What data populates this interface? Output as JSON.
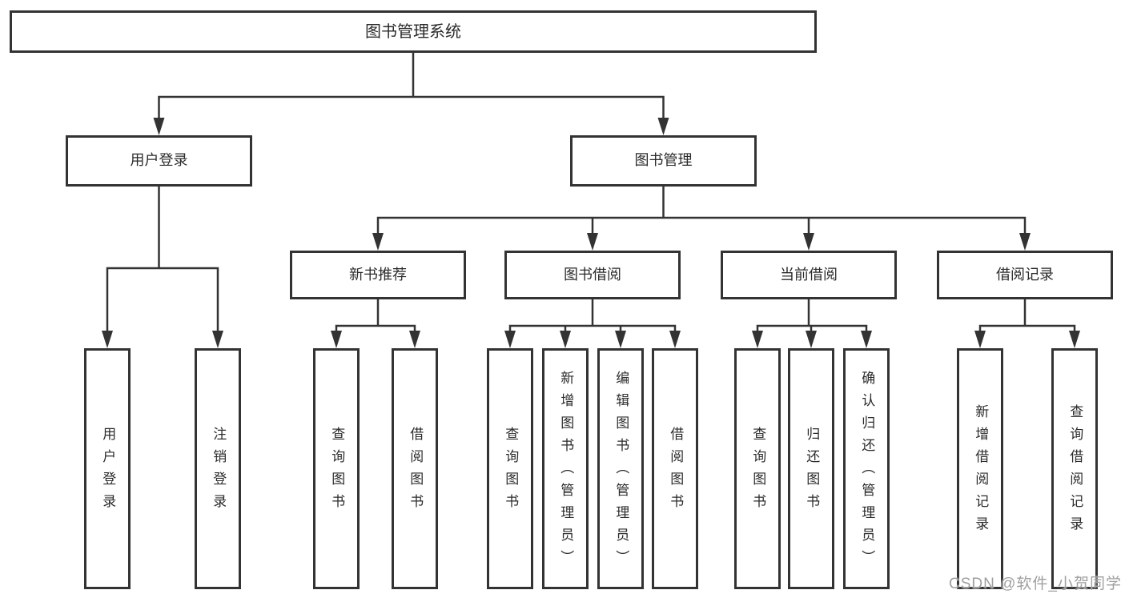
{
  "tree": {
    "root": {
      "label": "图书管理系统",
      "children": [
        {
          "label": "用户登录",
          "children": [
            {
              "label": "用户登录"
            },
            {
              "label": "注销登录"
            }
          ]
        },
        {
          "label": "图书管理",
          "children": [
            {
              "label": "新书推荐",
              "children": [
                {
                  "label": "查询图书"
                },
                {
                  "label": "借阅图书"
                }
              ]
            },
            {
              "label": "图书借阅",
              "children": [
                {
                  "label": "查询图书"
                },
                {
                  "label": "新增图书（管理员）"
                },
                {
                  "label": "编辑图书（管理员）"
                },
                {
                  "label": "借阅图书"
                }
              ]
            },
            {
              "label": "当前借阅",
              "children": [
                {
                  "label": "查询图书"
                },
                {
                  "label": "归还图书"
                },
                {
                  "label": "确认归还（管理员）"
                }
              ]
            },
            {
              "label": "借阅记录",
              "children": [
                {
                  "label": "新增借阅记录"
                },
                {
                  "label": "查询借阅记录"
                }
              ]
            }
          ]
        }
      ]
    }
  },
  "watermark": {
    "text": "CSDN @软件_小贺同学"
  },
  "colors": {
    "line": "#333333",
    "box_border": "#333333",
    "text": "#2b2b2b",
    "watermark": "#9f9f9f",
    "background": "#ffffff"
  }
}
